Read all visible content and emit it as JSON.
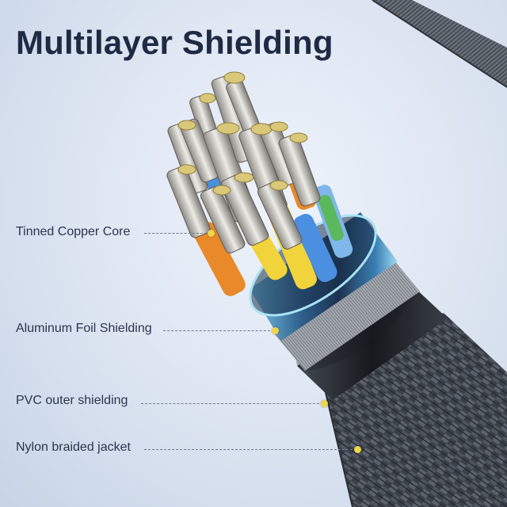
{
  "title": "Multilayer Shielding",
  "callouts": [
    {
      "key": "copper",
      "label": "Tinned Copper Core"
    },
    {
      "key": "foil",
      "label": "Aluminum Foil Shielding"
    },
    {
      "key": "pvc",
      "label": "PVC outer shielding"
    },
    {
      "key": "nylon",
      "label": "Nylon braided jacket"
    }
  ],
  "colors": {
    "title": "#1f2a44",
    "label": "#2b3550",
    "dot": "#ecd64a",
    "braid": "#3a3f48",
    "foil": "#3a6fa0",
    "pvc": "#1e2228",
    "copper": "#c9c6bf",
    "wire_orange": "#e8892a",
    "wire_yellow": "#f1d43b",
    "wire_blue": "#4a8fe0",
    "wire_red": "#d93a2f",
    "wire_green": "#5cb85c"
  }
}
